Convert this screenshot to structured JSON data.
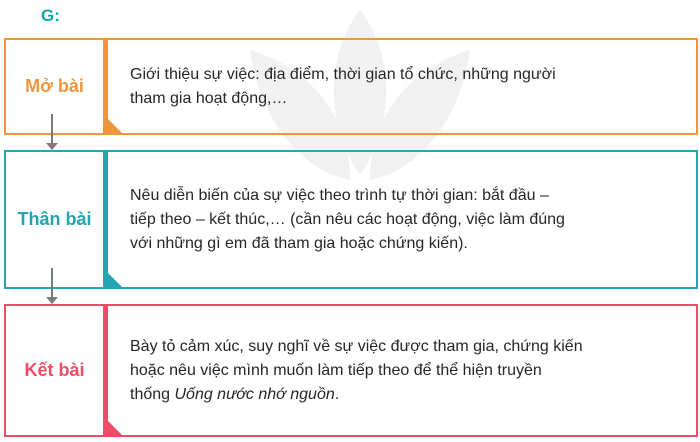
{
  "heading": "G:",
  "sections": [
    {
      "label": "Mở bài",
      "lines": [
        "Giới thiệu sự việc: địa điểm, thời gian tổ chức, những người",
        "tham gia hoạt động,…"
      ]
    },
    {
      "label": "Thân bài",
      "lines": [
        "Nêu diễn biến của sự việc theo trình tự thời gian: bắt đầu –",
        "tiếp theo – kết thúc,… (cần nêu các hoạt động, việc làm đúng",
        "với những gì em đã tham gia hoặc chứng kiến)."
      ]
    },
    {
      "label": "Kết bài",
      "lines": [
        "Bày tỏ cảm xúc, suy nghĩ về sự việc được tham gia, chứng kiến",
        "hoặc nêu việc mình muốn làm tiếp theo để thể hiện truyền"
      ],
      "last_line_prefix": "thống ",
      "last_line_italic": "Uống nước nhớ nguồn",
      "last_line_suffix": "."
    }
  ],
  "colors": {
    "heading": "#14a3a8",
    "intro": "#f0953e",
    "body": "#22a6b1",
    "conclusion": "#ee4d68",
    "connector": "#7a7a7a"
  }
}
